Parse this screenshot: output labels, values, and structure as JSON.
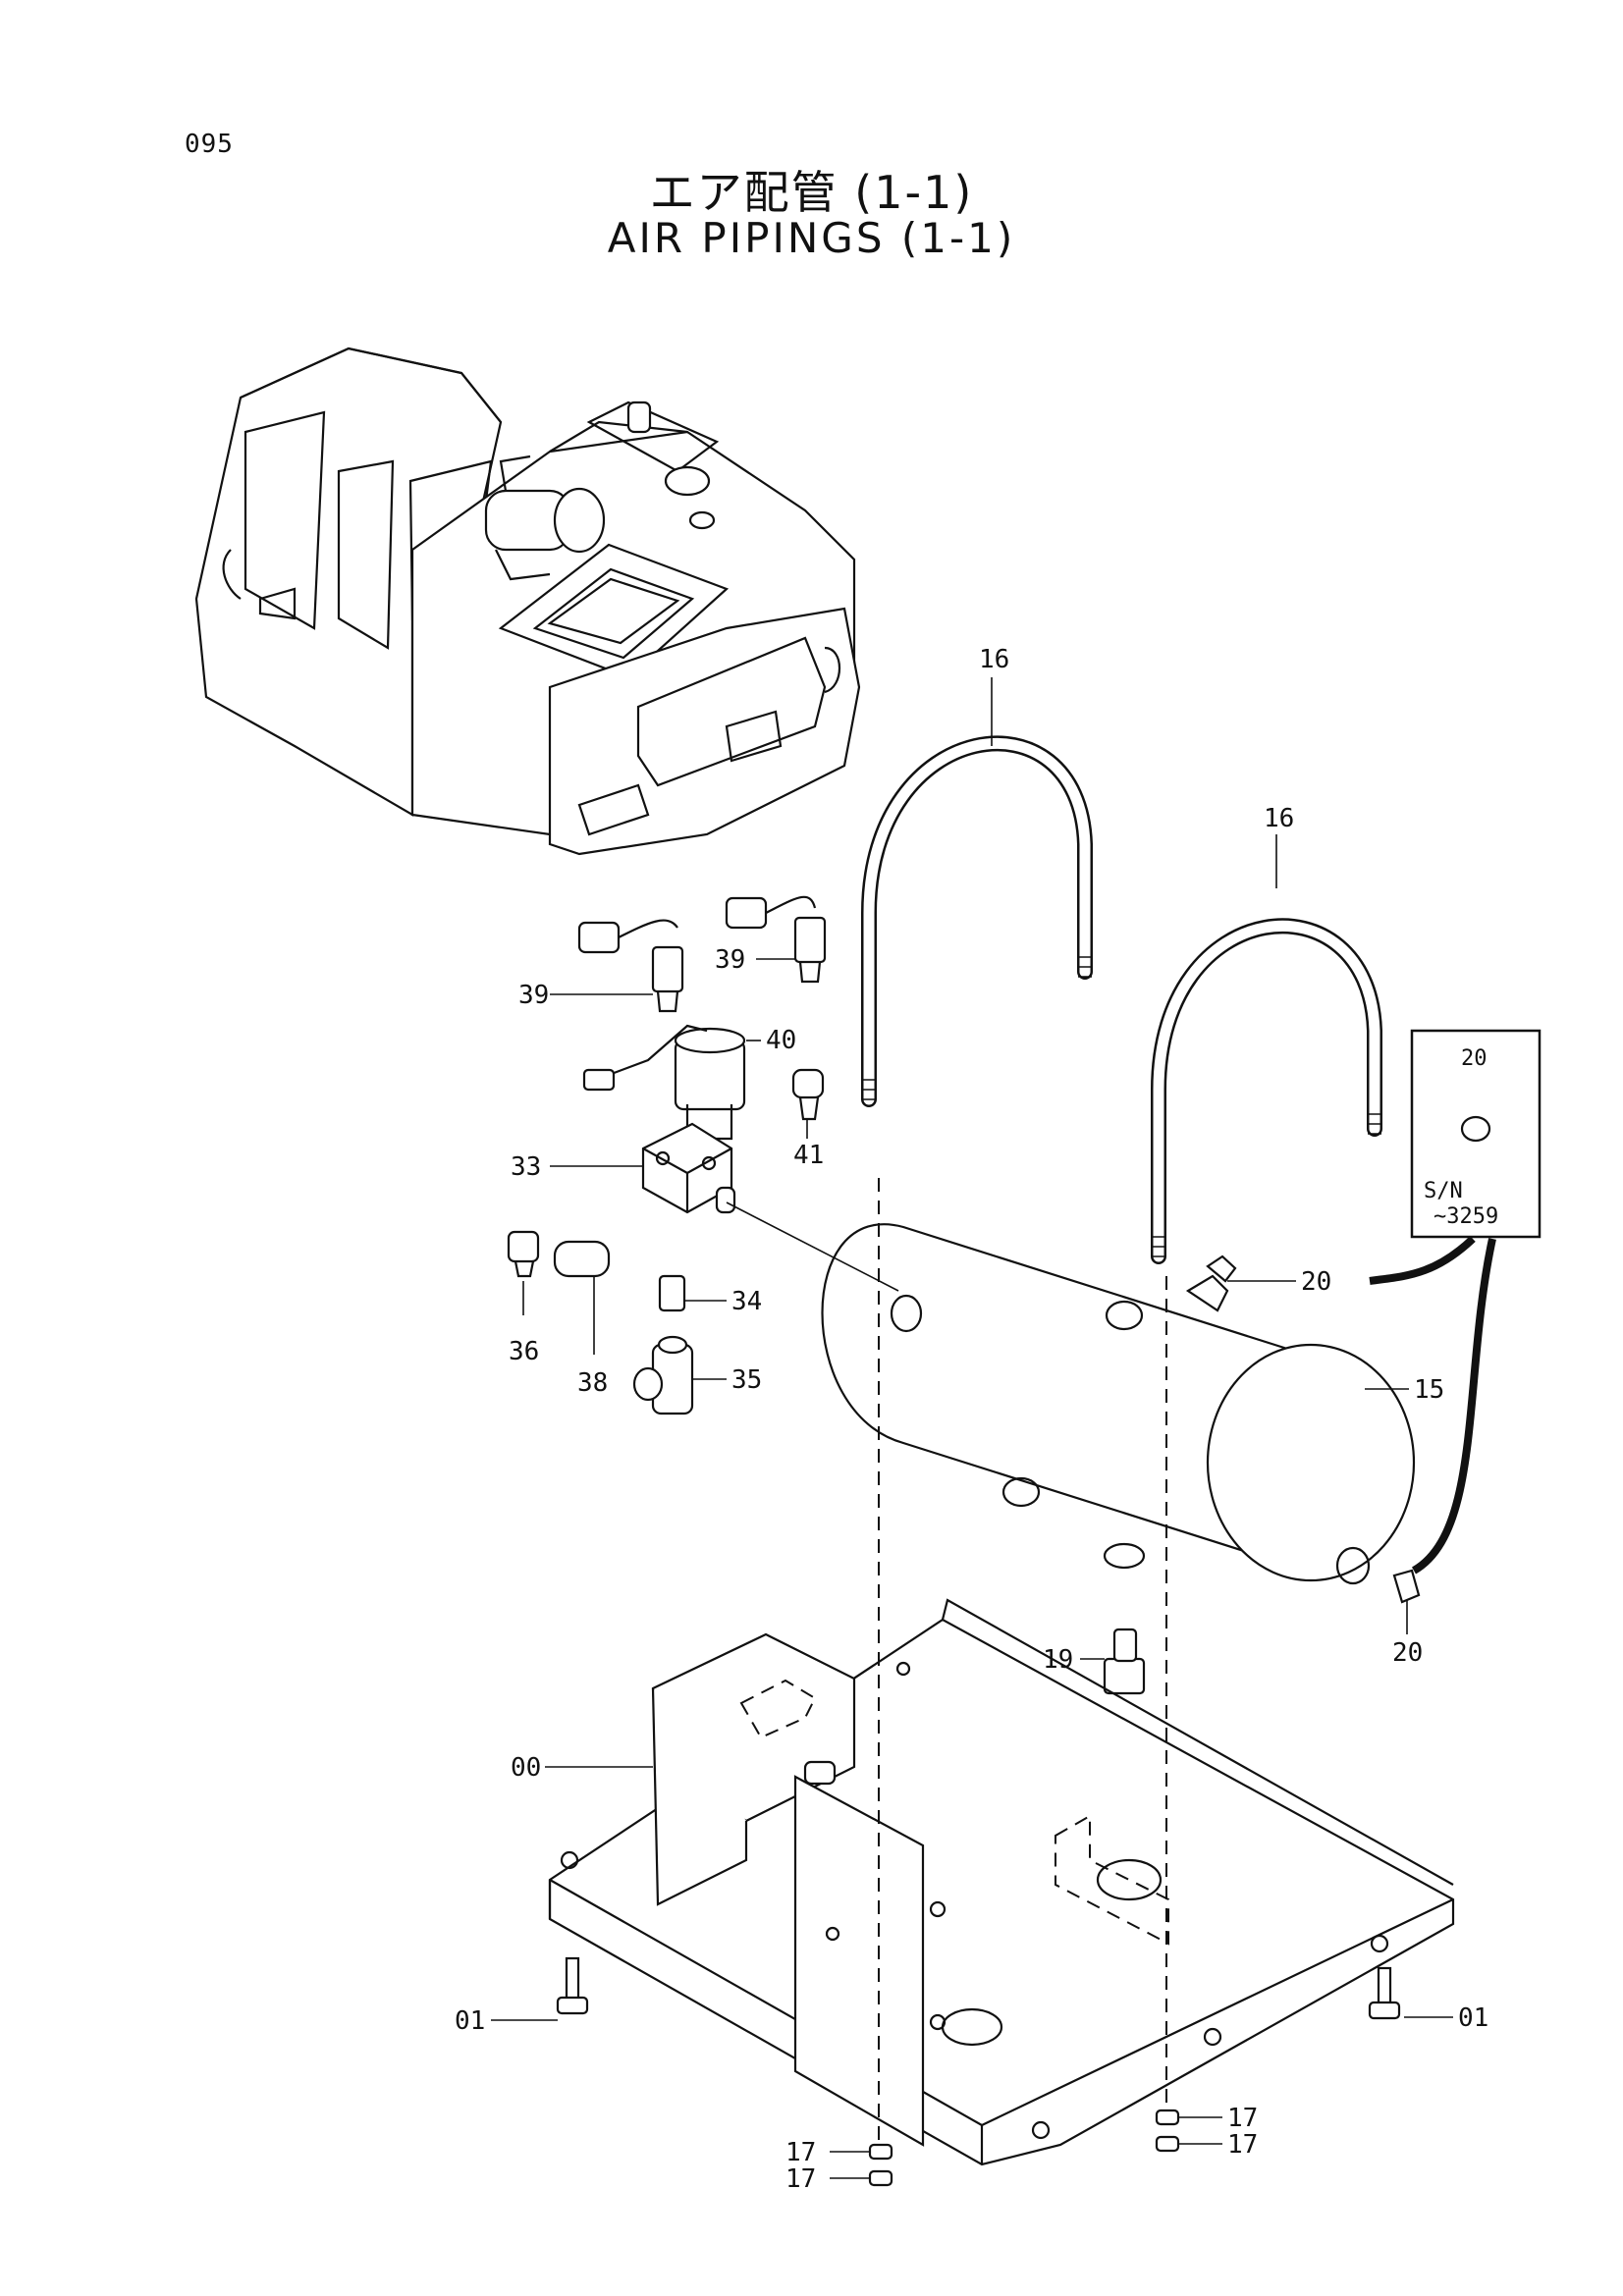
{
  "page_number": "095",
  "title_jp": "エア配管 (1-1)",
  "title_en": "AIR PIPINGS (1-1)",
  "serial_note": {
    "label_part": "20",
    "sn_label": "S/N",
    "sn_range": "~3259"
  },
  "callouts": {
    "c16a": "16",
    "c16b": "16",
    "c39a": "39",
    "c39b": "39",
    "c40": "40",
    "c33": "33",
    "c41": "41",
    "c36": "36",
    "c38": "38",
    "c34": "34",
    "c35": "35",
    "c20a": "20",
    "c20b": "20",
    "c15": "15",
    "c19": "19",
    "c00": "00",
    "c01a": "01",
    "c01b": "01",
    "c17a": "17",
    "c17b": "17",
    "c17c": "17",
    "c17d": "17"
  }
}
